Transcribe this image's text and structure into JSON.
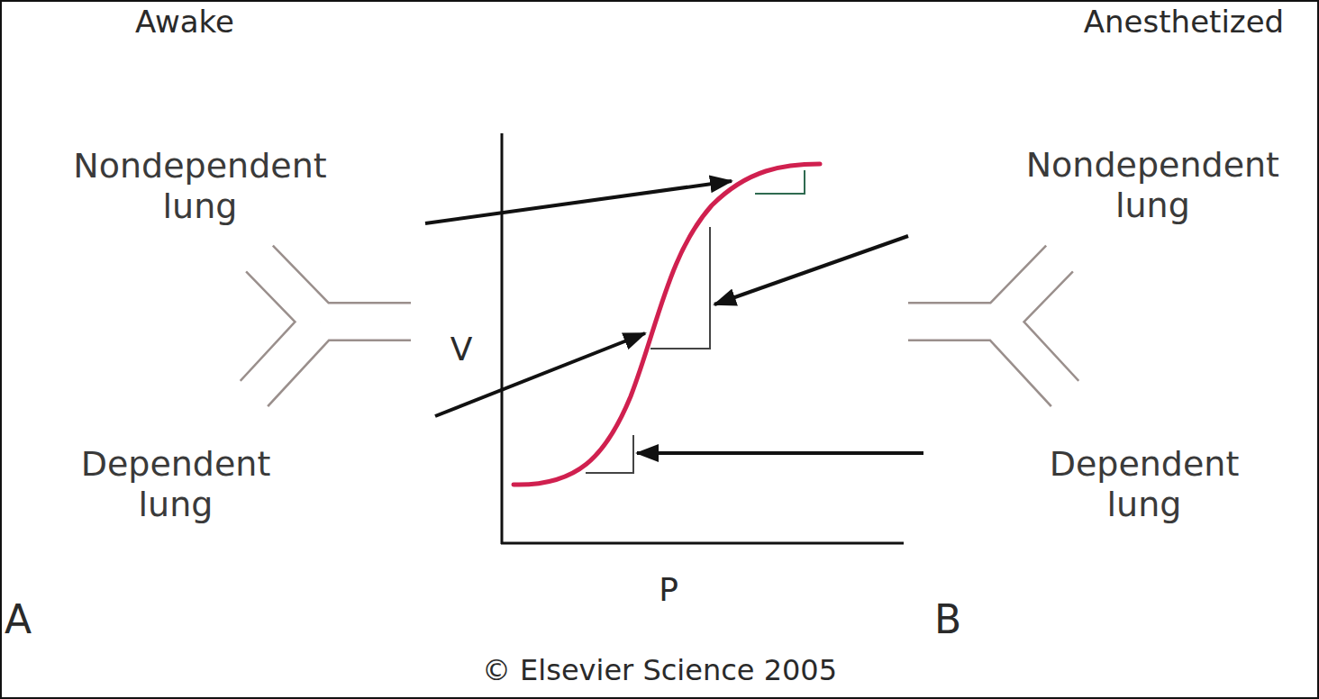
{
  "diagram": {
    "nodes": [
      {
        "text": [
          "Nondependent lung"
        ]
      },
      {
        "text": [
          "Dependent lung"
        ]
      },
      {
        "text": [
          "Nondependent lung"
        ]
      },
      {
        "text": [
          "Dependent lung"
        ]
      }
    ],
    "labels": [
      "Awake",
      "Anesthetized",
      "V",
      "P",
      "A",
      "B",
      "© Elsevier Science 2005"
    ]
  }
}
